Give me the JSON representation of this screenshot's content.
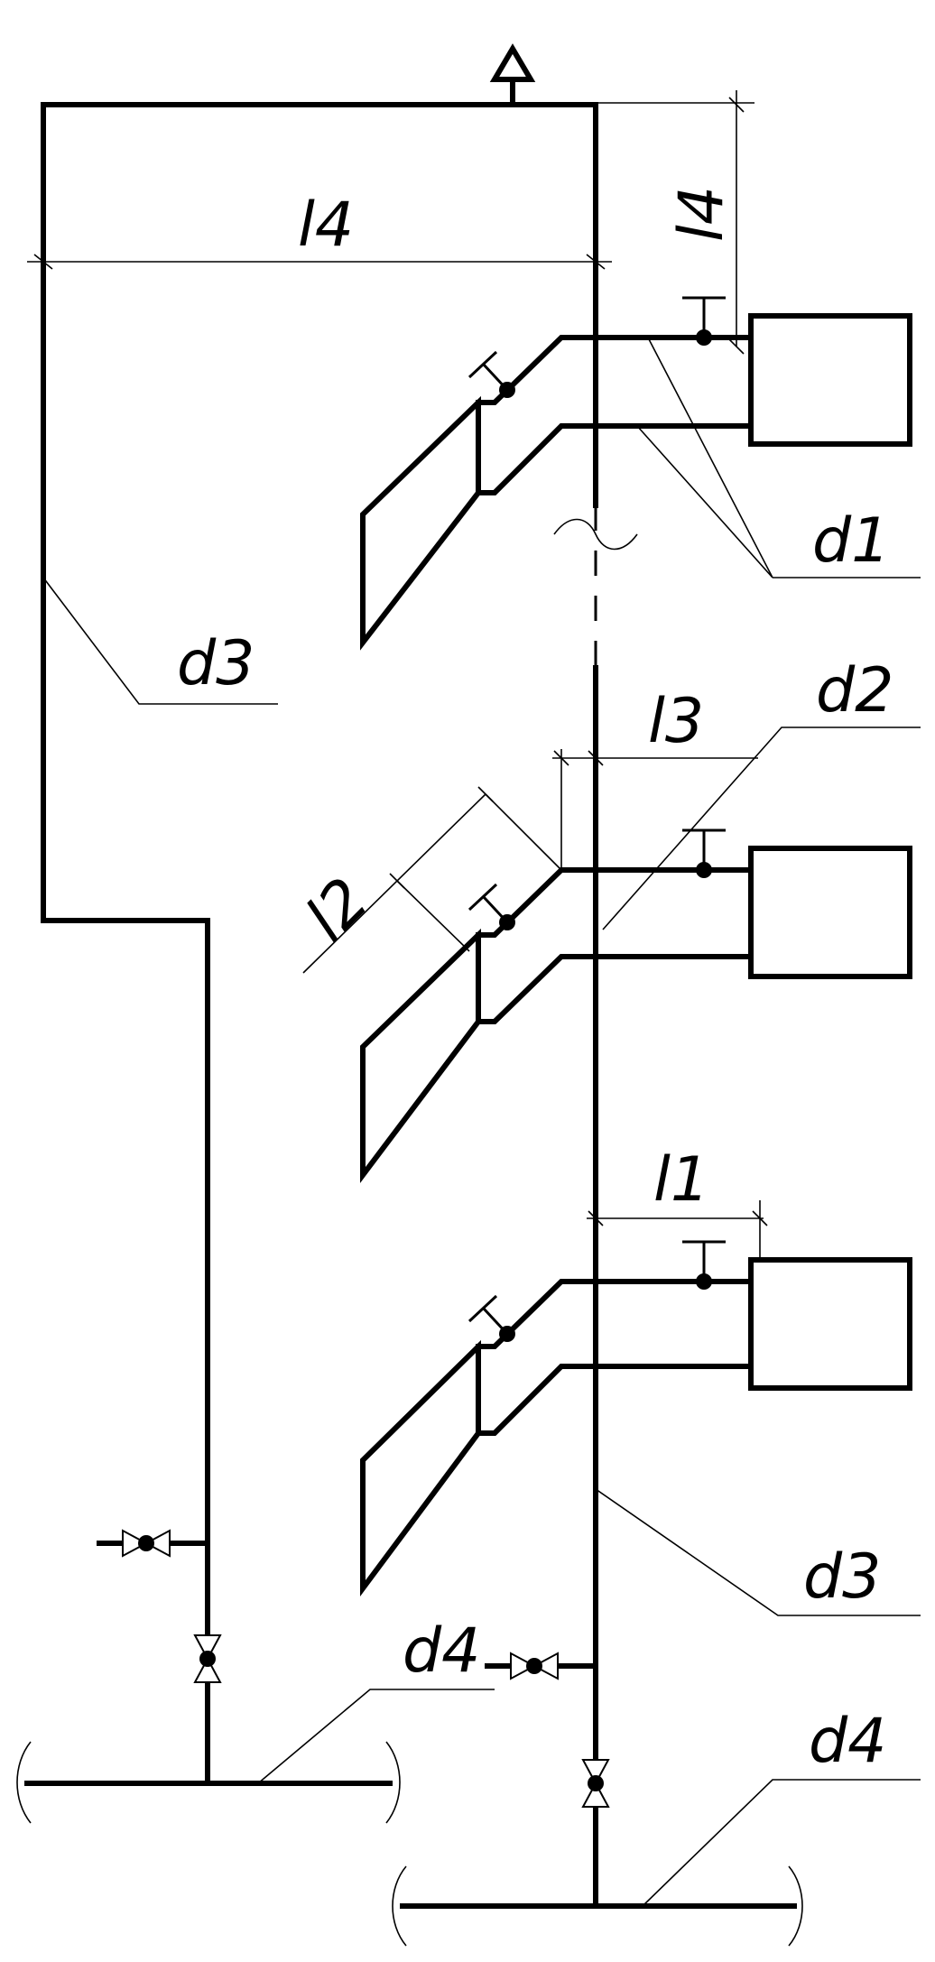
{
  "labels": {
    "l4_horizontal": "l4",
    "l4_vertical": "l4",
    "d1": "d1",
    "d3_left": "d3",
    "d2": "d2",
    "l3": "l3",
    "l2": "l2",
    "l1": "l1",
    "d3_right": "d3",
    "d4_left": "d4",
    "d4_right": "d4"
  }
}
